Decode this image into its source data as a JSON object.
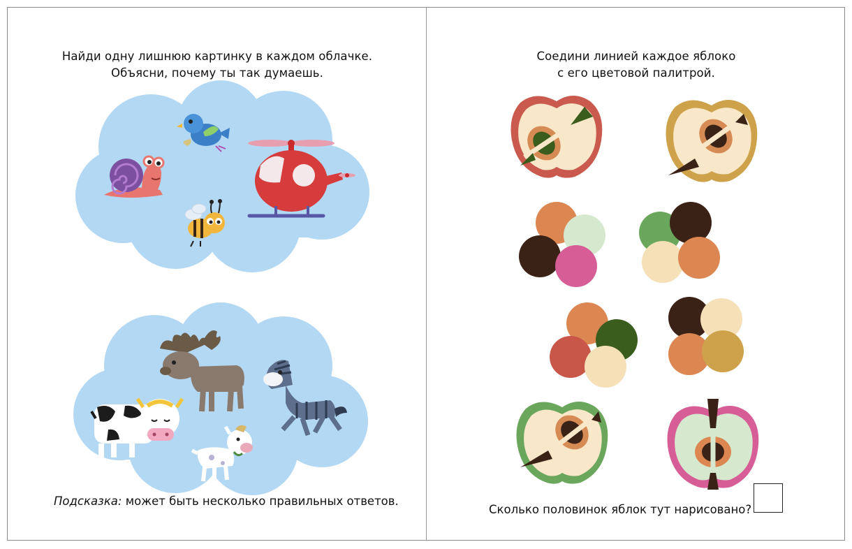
{
  "left_page": {
    "instruction_line1": "Найди одну лишнюю картинку в каждом облачке.",
    "instruction_line2": "Объясни, почему ты так думаешь.",
    "cloud1": {
      "items": [
        "snail-icon",
        "bird-icon",
        "bee-icon",
        "helicopter-icon"
      ]
    },
    "cloud2": {
      "items": [
        "moose-icon",
        "zebra-icon",
        "cow-icon",
        "goat-icon"
      ]
    },
    "hint_label": "Подсказка:",
    "hint_text": " может быть несколько правильных ответов."
  },
  "right_page": {
    "instruction_line1": "Соедини линией каждое яблоко",
    "instruction_line2": "с его цветовой палитрой.",
    "apples": [
      "red-apple-icon",
      "yellow-apple-icon",
      "green-apple-icon",
      "pink-apple-icon"
    ],
    "palettes": [
      [
        "#dc8651",
        "#d6e9cf",
        "#3b2216",
        "#d65d95"
      ],
      [
        "#6aa75d",
        "#3b2216",
        "#f5e0b8",
        "#dc8651"
      ],
      [
        "#dc8651",
        "#3a5c1c",
        "#c8574a",
        "#f5e0b8"
      ],
      [
        "#3b2216",
        "#f5e0b8",
        "#dc8651",
        "#cda24a"
      ]
    ],
    "question": "Сколько половинок яблок тут нарисовано?"
  },
  "colors": {
    "cloud": "#b3d8f4",
    "border": "#8a8a8a"
  }
}
